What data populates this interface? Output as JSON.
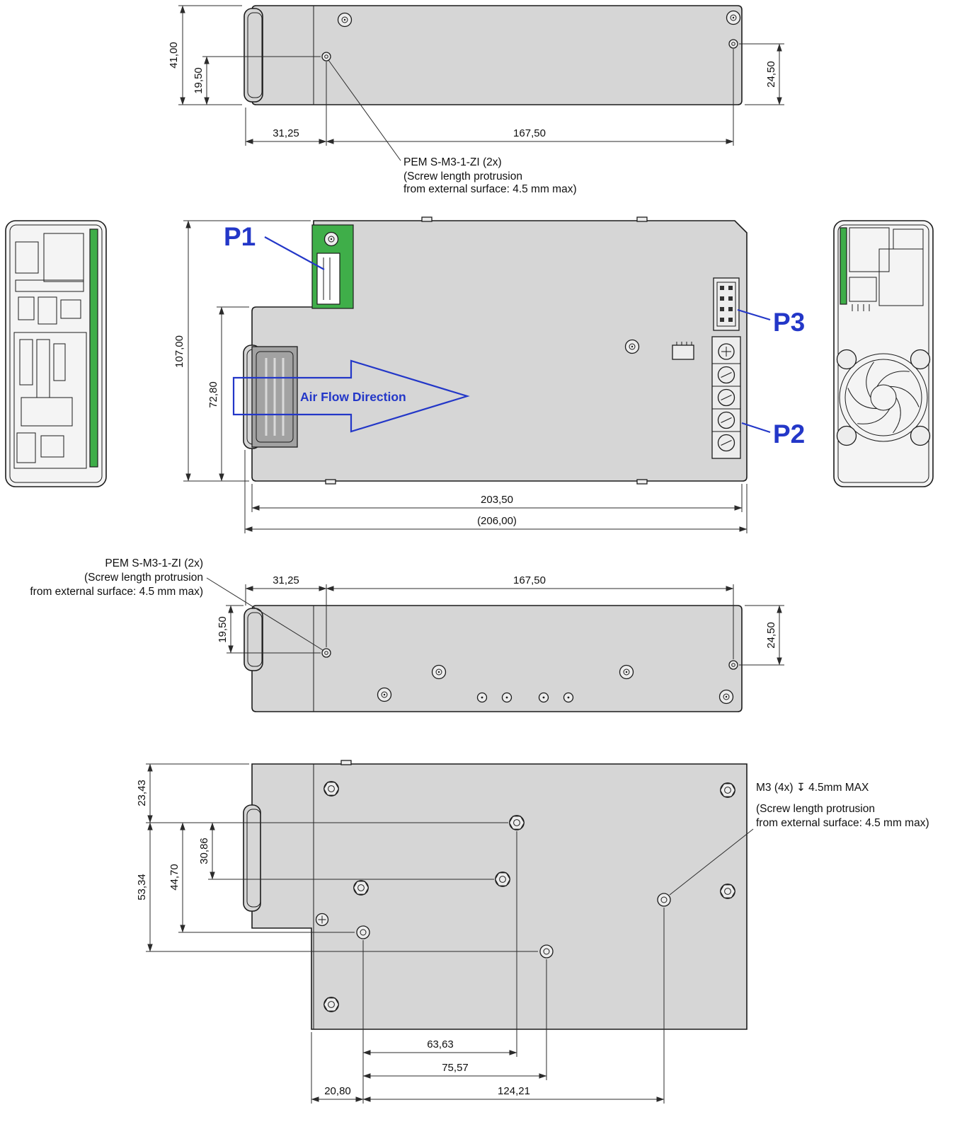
{
  "drawing": {
    "type": "mechanical-dimension-drawing",
    "units": "mm",
    "colors": {
      "body_fill": "#d6d6d6",
      "end_view_fill": "#f4f4f4",
      "line": "#1c1c1c",
      "dimension_line": "#2b2b2b",
      "accent_blue": "#2337c8",
      "pcb_green": "#3fae49",
      "grille_gray": "#a2a2a2"
    }
  },
  "views": {
    "top_profile": {
      "dims": {
        "overall_height": "41,00",
        "screw_to_bottom": "19,50",
        "right_screw_offset": "24,50",
        "screw_from_left": "31,25",
        "screw_spacing": "167,50"
      },
      "callout": [
        "PEM S-M3-1-ZI (2x)",
        "(Screw length protrusion",
        "from external surface: 4.5 mm max)"
      ]
    },
    "plan": {
      "labels": {
        "p1": "P1",
        "p2": "P2",
        "p3": "P3",
        "air_flow": "Air Flow Direction"
      },
      "dims": {
        "overall_width": "107,00",
        "inner_width": "72,80",
        "body_length": "203,50",
        "overall_length": "(206,00)"
      }
    },
    "bottom_profile": {
      "dims": {
        "screw_from_left": "31,25",
        "screw_spacing": "167,50",
        "screw_to_top": "19,50",
        "right_screw_offset": "24,50"
      },
      "callout": [
        "PEM S-M3-1-ZI (2x)",
        "(Screw length protrusion",
        "from external surface: 4.5 mm max)"
      ]
    },
    "bottom": {
      "dims": {
        "top_to_row1": "23,43",
        "row1_to_row2": "30,86",
        "row1_to_row3": "44,70",
        "row1_to_row4": "53,34",
        "hole_span_a": "63,63",
        "hole_span_b": "75,57",
        "hole_span_c": "124,21",
        "edge_to_hole": "20,80"
      },
      "callout": [
        "M3 (4x) ↧ 4.5mm MAX",
        "(Screw length protrusion",
        "from external surface: 4.5 mm max)"
      ]
    }
  }
}
